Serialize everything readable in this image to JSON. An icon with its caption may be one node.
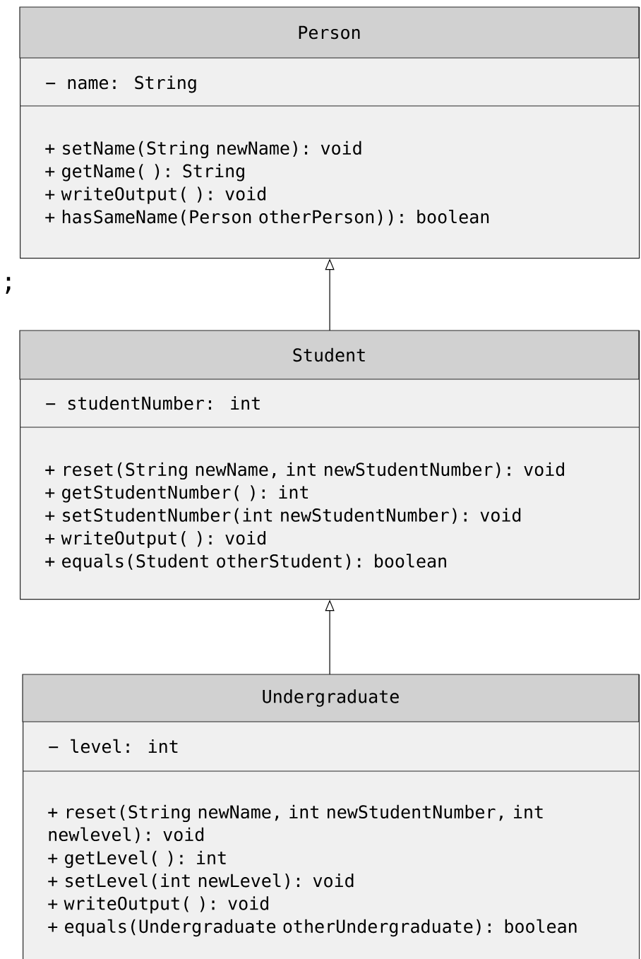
{
  "diagram": {
    "nodes": [
      {
        "text": [
          "Person",
          "− name: String",
          "+ setName(String newName): void",
          "+ getName( ): String",
          "+ writeOutput( ): void",
          "+ hasSameName(Person otherPerson)): boolean"
        ]
      },
      {
        "text": [
          "Student",
          "− studentNumber: int",
          "+ reset(String newName, int newStudentNumber): void",
          "+ getStudentNumber( ): int",
          "+ setStudentNumber(int newStudentNumber): void",
          "+ writeOutput( ): void",
          "+ equals(Student otherStudent): boolean"
        ]
      },
      {
        "text": [
          "Undergraduate",
          "− level: int",
          "+ reset(String newName, int newStudentNumber, int newlevel): void",
          "+ getLevel( ): int",
          "+ setLevel(int newLevel): void",
          "+ writeOutput( ): void",
          "+ equals(Undergraduate otherUndergraduate): boolean"
        ]
      }
    ],
    "edges": [
      {
        "from": 1,
        "to": 0,
        "arrow": "to"
      },
      {
        "from": 2,
        "to": 1,
        "arrow": "to"
      }
    ],
    "labels": [
      ";"
    ]
  }
}
